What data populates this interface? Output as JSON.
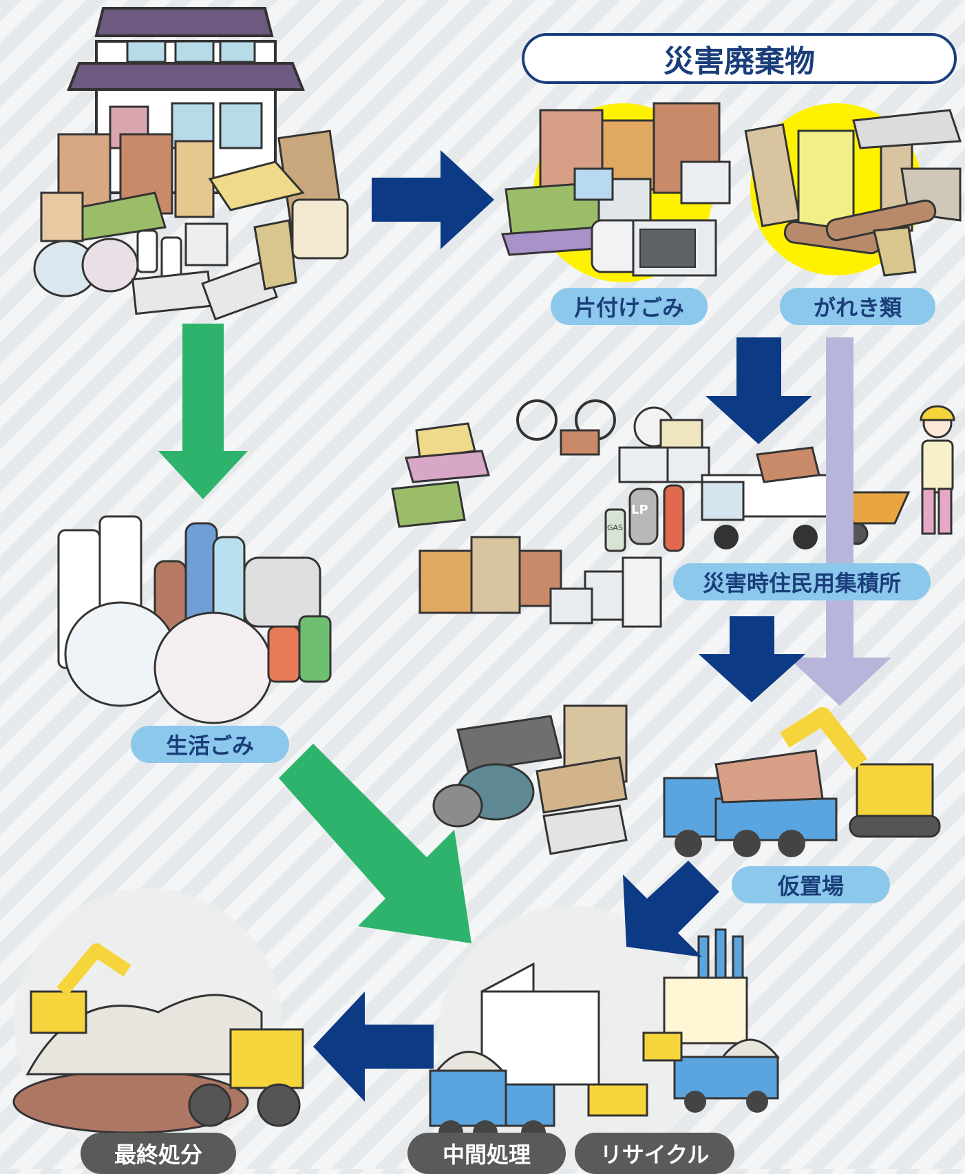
{
  "title": "災害廃棄物",
  "labels": {
    "katazuke": "片付けごみ",
    "gareki": "がれき類",
    "seikatsu": "生活ごみ",
    "shusekijo": "災害時住民用集積所",
    "karioki": "仮置場",
    "saishu": "最終処分",
    "chukan": "中間処理",
    "recycle": "リサイクル"
  },
  "icons": {
    "truck_tag": "LP",
    "gas_tag": "GAS"
  },
  "colors": {
    "navy_arrow": "#0d3a84",
    "green_arrow": "#2db36b",
    "lavender_arrow": "#b7b6da",
    "yellow_highlight": "#fff200",
    "label_blue": "#8cc7ec",
    "label_gray": "#5a5a5a"
  }
}
